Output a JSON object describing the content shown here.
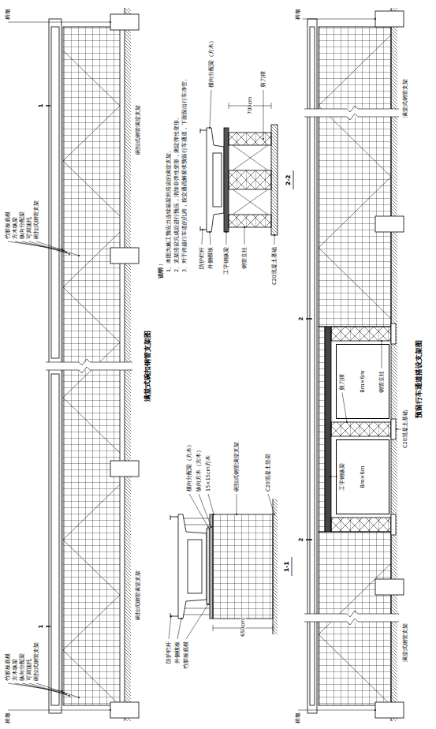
{
  "diagram": {
    "nodes": [
      {
        "text": [
          "8m×6m"
        ]
      },
      {
        "text": [
          "8m×6m"
        ]
      }
    ],
    "labels": [
      "桥墩",
      "桥墩",
      "竹胶板底模",
      "方木纵梁",
      "纵向分配梁",
      "可调顶托",
      "碗扣式钢管支架",
      "竹胶板底模",
      "方木纵梁",
      "纵向分配梁",
      "可调顶托",
      "碗扣式钢管支架",
      "1",
      "1",
      "碗扣式钢管满堂支架",
      "碗扣式钢管满堂支架",
      "满堂式碗扣钢管支架图",
      "说明：",
      "1、本图为施工预应力连续箱梁所搭设的满堂支架。",
      "2、支架搭设完成后进行预压，消除非弹性变形，测定弹性变形。",
      "3、对于跨越行车道的孔跨，按交通疏解要求预留行车通道，下面留出行车净空。",
      "防护栏杆",
      "外侧模板",
      "竹胶板底模",
      "横向分配梁（方木）",
      "纵向方木（方木）",
      "15×15cm方木",
      "碗扣式钢管满堂支架",
      "C20混凝土垫层",
      "650cm",
      "1-1",
      "防护栏杆",
      "外侧模板",
      "工字钢纵梁",
      "钢管立柱",
      "C20混凝土基础",
      "横向分配梁（方木）",
      "剪刀撑",
      "700cm",
      "2-2",
      "桥墩",
      "桥墩",
      "2",
      "2",
      "工字钢纵梁",
      "剪刀撑",
      "钢管立柱",
      "C20混凝土基础",
      "满堂式钢管支架",
      "满堂式钢管支架",
      "预留行车通道搭设支架图"
    ]
  }
}
